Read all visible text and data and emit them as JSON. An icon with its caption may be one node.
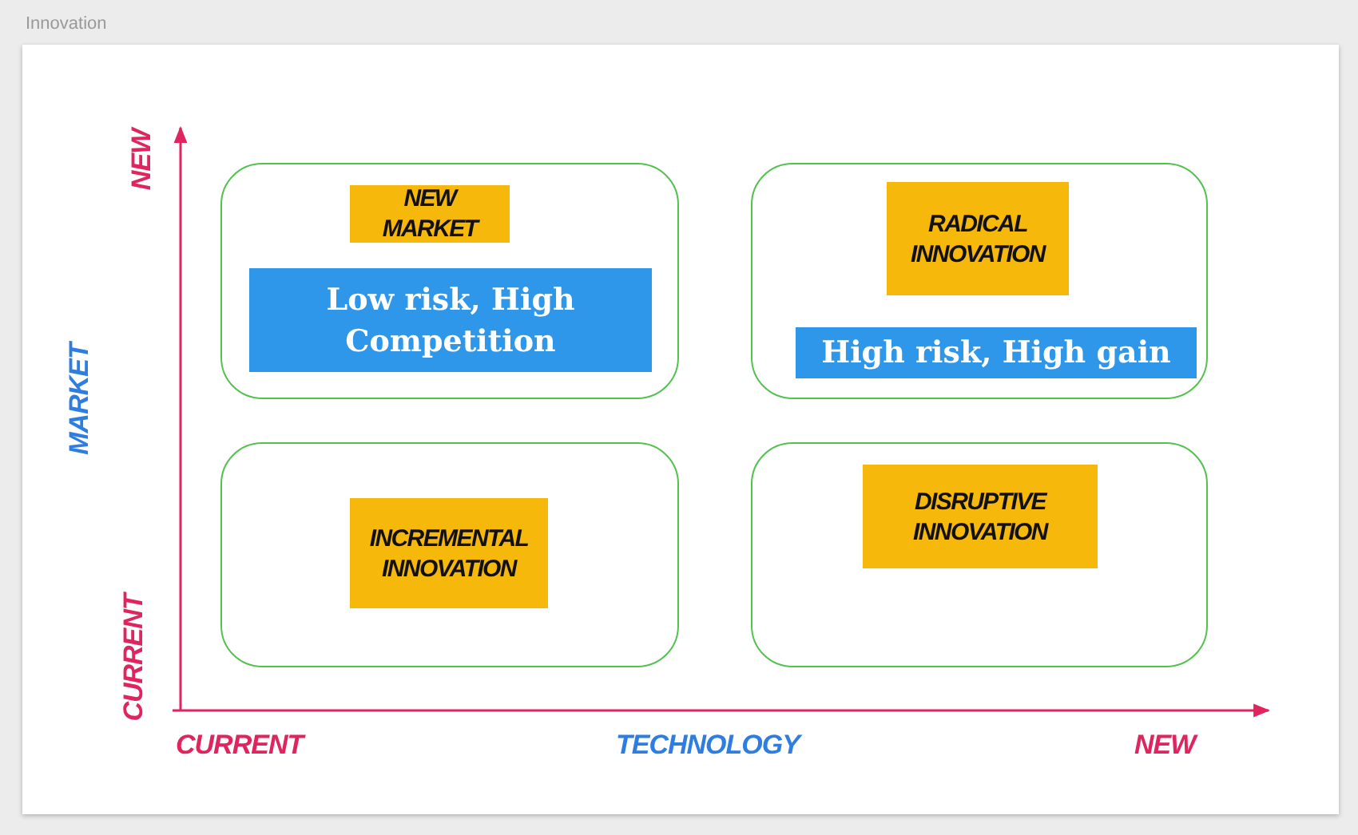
{
  "diagram": {
    "title": "Innovation",
    "nodes": [
      {
        "text": [],
        "shape": "box"
      },
      {
        "text": [
          "NEW MARKET"
        ],
        "in": 0
      },
      {
        "text": [
          "Low risk, High Competition"
        ],
        "in": 0
      },
      {
        "text": [],
        "shape": "box"
      },
      {
        "text": [
          "RADICAL INNOVATION"
        ],
        "in": 3
      },
      {
        "text": [
          "High risk, High gain"
        ],
        "in": 3
      },
      {
        "text": [],
        "shape": "box"
      },
      {
        "text": [
          "INCREMENTAL INNOVATION"
        ],
        "in": 6
      },
      {
        "text": [],
        "shape": "box"
      },
      {
        "text": [
          "DISRUPTIVE INNOVATION"
        ],
        "in": 8
      }
    ],
    "edges": [],
    "labels": [
      "NEW",
      "MARKET",
      "CURRENT",
      "CURRENT",
      "TECHNOLOGY",
      "NEW"
    ]
  }
}
